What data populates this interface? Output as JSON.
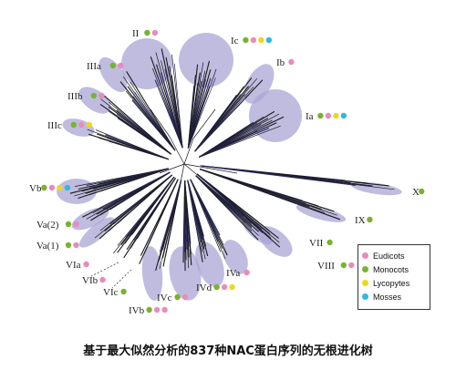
{
  "colors": {
    "eudicots": "#e88bbd",
    "monocots": "#79b32e",
    "lycopytes": "#ecd81e",
    "mosses": "#2fb8e8",
    "clade_fill": "#a9a6d6",
    "branch": "#1a1a1a"
  },
  "legend": {
    "items": [
      {
        "key": "eudicots",
        "label": "Eudicots"
      },
      {
        "key": "monocots",
        "label": "Monocots"
      },
      {
        "key": "lycopytes",
        "label": "Lycopytes"
      },
      {
        "key": "mosses",
        "label": "Mosses"
      }
    ]
  },
  "clades": [
    {
      "id": "II",
      "label": "II",
      "groups": [
        "monocots",
        "eudicots"
      ]
    },
    {
      "id": "Ic",
      "label": "Ic",
      "groups": [
        "monocots",
        "eudicots",
        "lycopytes",
        "mosses"
      ]
    },
    {
      "id": "Ib",
      "label": "Ib",
      "groups": [
        "eudicots"
      ]
    },
    {
      "id": "Ia",
      "label": "Ia",
      "groups": [
        "monocots",
        "eudicots",
        "lycopytes",
        "mosses"
      ]
    },
    {
      "id": "IIIa",
      "label": "IIIa",
      "groups": [
        "monocots",
        "eudicots"
      ]
    },
    {
      "id": "IIIb",
      "label": "IIIb",
      "groups": [
        "monocots",
        "eudicots"
      ]
    },
    {
      "id": "IIIc",
      "label": "IIIc",
      "groups": [
        "monocots",
        "eudicots",
        "lycopytes"
      ]
    },
    {
      "id": "Vb",
      "label": "Vb",
      "groups": [
        "monocots",
        "eudicots",
        "lycopytes",
        "mosses"
      ]
    },
    {
      "id": "Va2",
      "label": "Va(2)",
      "groups": [
        "monocots",
        "eudicots"
      ]
    },
    {
      "id": "Va1",
      "label": "Va(1)",
      "groups": [
        "monocots",
        "eudicots"
      ]
    },
    {
      "id": "VIa",
      "label": "VIa",
      "groups": [
        "eudicots"
      ]
    },
    {
      "id": "VIb",
      "label": "VIb",
      "groups": [
        "eudicots"
      ]
    },
    {
      "id": "VIc",
      "label": "VIc",
      "groups": [
        "monocots"
      ]
    },
    {
      "id": "IVb",
      "label": "IVb",
      "groups": [
        "monocots",
        "eudicots",
        "eudicots"
      ]
    },
    {
      "id": "IVc",
      "label": "IVc",
      "groups": [
        "monocots",
        "eudicots"
      ]
    },
    {
      "id": "IVd",
      "label": "IVd",
      "groups": [
        "monocots",
        "eudicots",
        "lycopytes"
      ]
    },
    {
      "id": "IVa",
      "label": "IVa",
      "groups": [
        "eudicots"
      ]
    },
    {
      "id": "VII",
      "label": "VII",
      "groups": [
        "monocots"
      ]
    },
    {
      "id": "VIII",
      "label": "VIII",
      "groups": [
        "monocots",
        "eudicots"
      ]
    },
    {
      "id": "IX",
      "label": "IX",
      "groups": [
        "monocots"
      ]
    },
    {
      "id": "X",
      "label": "X",
      "groups": [
        "monocots"
      ]
    }
  ],
  "caption": "基于最大似然分析的837种NAC蛋白序列的无根进化树"
}
